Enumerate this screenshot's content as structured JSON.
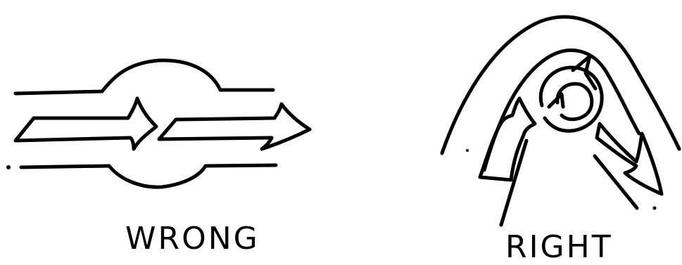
{
  "figure": {
    "panels": [
      {
        "id": "wrong",
        "label": "WRONG"
      },
      {
        "id": "right",
        "label": "RIGHT"
      }
    ],
    "ink_color": "#000000",
    "background_color": "#ffffff"
  }
}
